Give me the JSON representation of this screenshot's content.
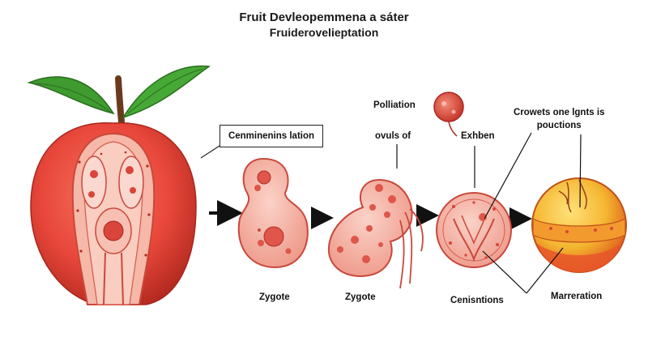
{
  "title": {
    "line1": "Fruit  Devleopemmena a sáter",
    "line2": "Fruiderovelieptation"
  },
  "labels": {
    "box": "Cenminenins lation",
    "pollination": "Polliation",
    "ovuls": "ovuls of",
    "exhben": "Exhben",
    "crowets": "Crowets one lgnts is\npouctions",
    "zygote1": "Zygote",
    "zygote2": "Zygote",
    "cenisntions": "Cenisntions",
    "marreration": "Marreration"
  },
  "colors": {
    "fruit_red": "#e8473a",
    "fruit_dark": "#b82a22",
    "cell_pink": "#f3a89a",
    "cell_border": "#c9483c",
    "leaf_green": "#3f9a2f",
    "mature_yellow": "#f4b630",
    "arrow_black": "#111111"
  }
}
